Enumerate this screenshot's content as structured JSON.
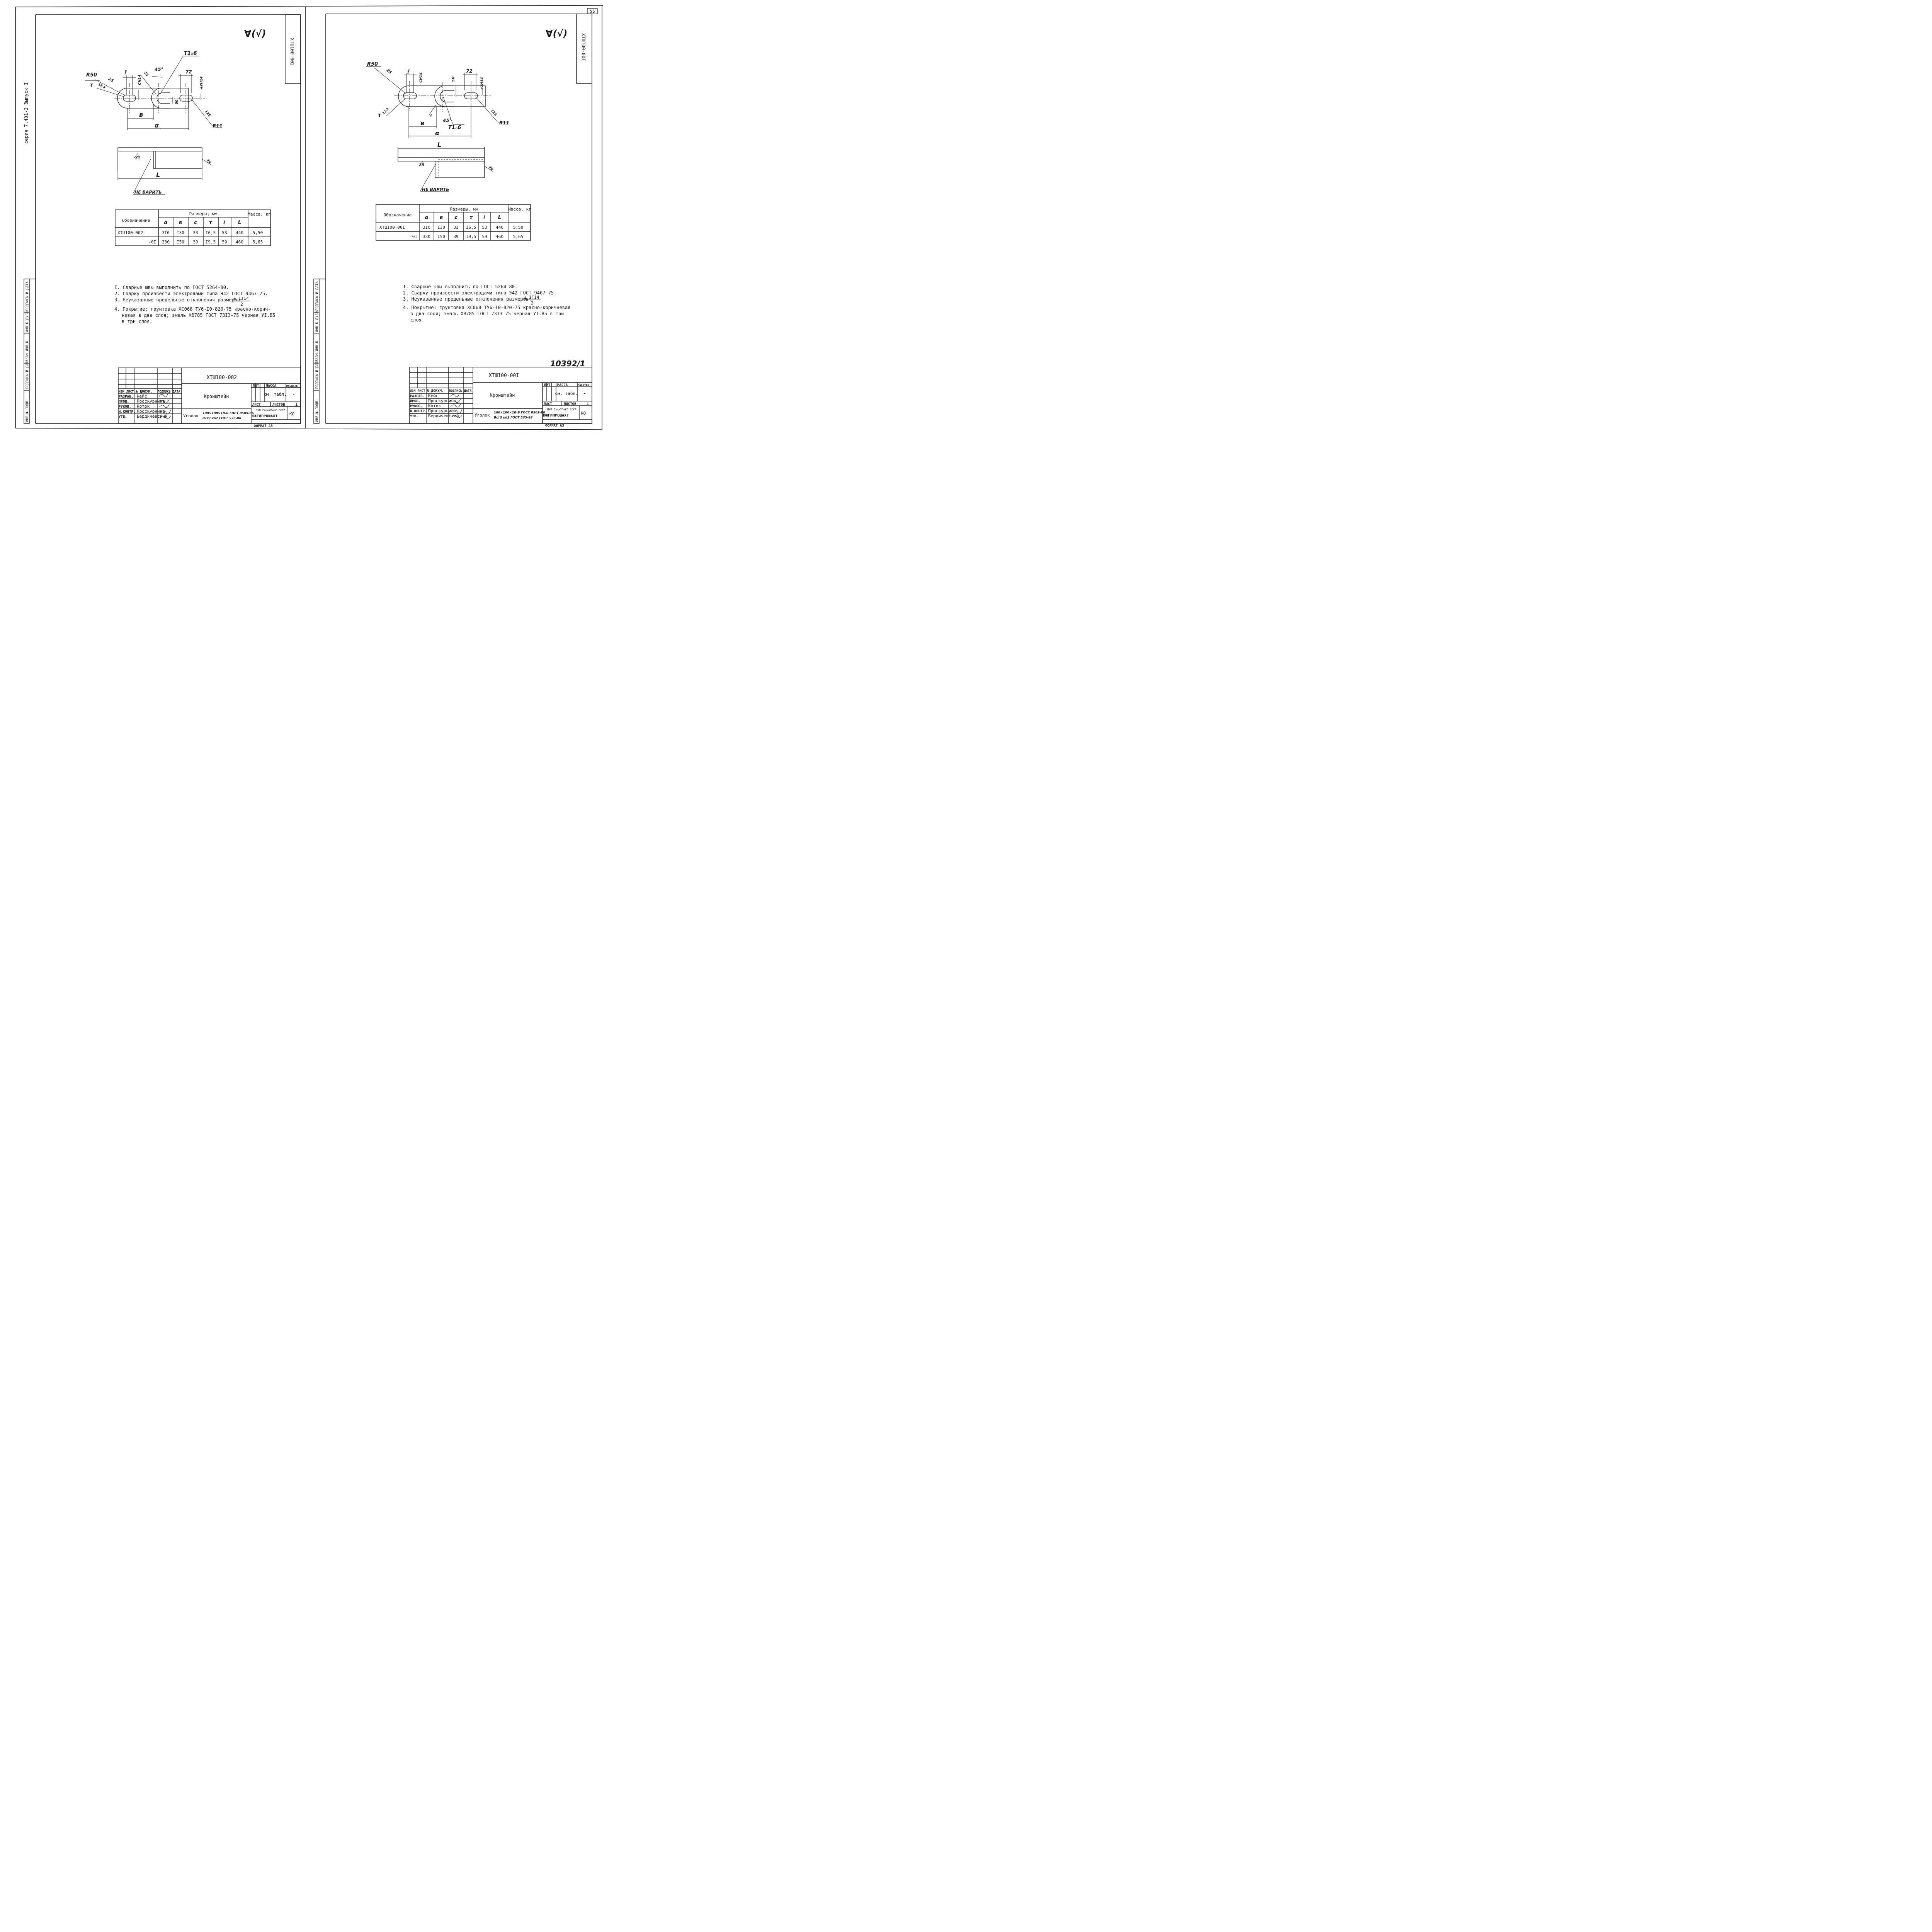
{
  "page_number": "55",
  "archive_number": "10392/1",
  "left_margin": {
    "series": "серия 7.401-2 Выпуск I",
    "cells": [
      "ИНВ.№ ПОДЛ.",
      "ПОДПИСЬ И ДАТА",
      "ВЗАМ.ИНВ.№",
      "ИНВ.№ ДУБЛ.",
      "ПОДПИСЬ И ДАТА"
    ]
  },
  "middle_margin": {
    "cells": [
      "ИНВ.№ ПОДЛ.",
      "ПОДПИСЬ И ДАТА",
      "ВЗАМ.ИНВ.№",
      "ИНВ.№ ДУБЛ.",
      "ПОДПИСЬ И ДАТА"
    ]
  },
  "sheets": [
    {
      "roughness": "∀(√)",
      "code_tab": "ХТШ100-002",
      "plan_labels": {
        "R50": "R50",
        "r": "τ",
        "r128": "12,8",
        "r25": "25",
        "l": "ℓ",
        "c": "CH14",
        "ang25": "25",
        "ang45": "45°",
        "weld": "T1▵6",
        "d72": "72",
        "e22": "e2H14",
        "d50": "50",
        "d125": "125",
        "b": "в",
        "a": "α",
        "R11": "R11"
      },
      "side_labels": {
        "w25": "25",
        "t25": "25",
        "L": "L",
        "no_weld": "НЕ ВАРИТЬ"
      },
      "table": {
        "h_designation": "Обозначение",
        "h_sizes": "Размеры, мм",
        "h_mass": "Масса, кг",
        "cols": [
          "α",
          "в",
          "c",
          "τ",
          "ℓ",
          "L"
        ],
        "rows": [
          {
            "name": "ХТШ100-002",
            "values": [
              "3I0",
              "I30",
              "33",
              "I6,5",
              "53",
              "440"
            ],
            "mass": "5,50"
          },
          {
            "name": "-0I",
            "values": [
              "330",
              "I50",
              "39",
              "I9,5",
              "59",
              "460"
            ],
            "mass": "5,65"
          }
        ]
      },
      "notes": {
        "n1": "I. Сварные швы выполнить по ГОСТ 5264-80.",
        "n2": "2. Сварку произвести электродами типа Э42 ГОСТ 9467-75.",
        "n3": "3. Неуказанные предельные отклонения размеров:",
        "frac_num": "± ITI4",
        "frac_den": "2",
        "n4a": "4. Покрытие: грунтовка ХС068 ТУ6-I0-820-75 красно-корич-",
        "n4b": "невая в два слоя; эмаль ХВ785 ГОСТ 73I3-75 черная УI.В5",
        "n4c": "в три слоя."
      },
      "stamp": {
        "code": "ХТШ100-002",
        "name": "Кронштейн",
        "h_izm": "ИЗМ",
        "h_list": "ЛИСТ",
        "h_doc": "№ ДОКУМ.",
        "h_sign": "ПОДПИСЬ",
        "h_date": "ДАТА",
        "roles": [
          "РАЗРАБ.",
          "ПРОВ.",
          "РУКОВ.",
          "Н.КОНТР.",
          "УТВ."
        ],
        "people": [
          "Кейс",
          "Проскурнина",
          "Коток",
          "Проскурнина",
          "Бердичевский"
        ],
        "h_lit": "ЛИТ",
        "h_mass": "МАССА",
        "h_scale": "МАСШТАБ",
        "mass": "см. табл.",
        "scale": "-",
        "h_sheet": "ЛИСТ",
        "h_sheets": "ЛИСТОВ",
        "sheets_val": "I",
        "material_prefix": "Уголок",
        "material_1": "100×100×10-В ГОСТ 8509-86",
        "material_2": "Вст3 кп2 ГОСТ 535-88",
        "org_1": "МУП ГлавУПиКС СССР",
        "org_2": "ЮЖГИПРОШАХТ",
        "org_3": "КО",
        "format": "ФОРМАТ А3"
      }
    },
    {
      "roughness": "∀(√)",
      "code_tab": "ХТШ100-00I",
      "plan_labels": {
        "R50": "R50",
        "r": "τ",
        "r128": "12,8",
        "r25": "25",
        "l": "ℓ",
        "c": "CH14",
        "ang45": "45°",
        "weld": "T1▵6",
        "d72": "72",
        "e22": "e2H14",
        "d50": "50",
        "d125": "125",
        "b": "в",
        "a": "α",
        "R11": "R11",
        "d4": "4"
      },
      "side_labels": {
        "L": "L",
        "w25": "25",
        "t25": "25",
        "no_weld": "НЕ ВАРИТЬ"
      },
      "table": {
        "h_designation": "Обозначение",
        "h_sizes": "Размеры, мм",
        "h_mass": "Масса, кг",
        "cols": [
          "α",
          "в",
          "c",
          "τ",
          "ℓ",
          "L"
        ],
        "rows": [
          {
            "name": "ХТШI00-00I",
            "values": [
              "3I0",
              "I30",
              "33",
              "I6,5",
              "53",
              "440"
            ],
            "mass": "5,50"
          },
          {
            "name": "-0I",
            "values": [
              "330",
              "I50",
              "39",
              "I9,5",
              "59",
              "460"
            ],
            "mass": "5,65"
          }
        ]
      },
      "notes": {
        "n1": "I. Сварные швы выполнить по ГОСТ 5264-80.",
        "n2": "2. Сварку произвести электродами типа Э42 ГОСТ 9467-75.",
        "n3": "3. Неуказанные предельные отклонения размеров:",
        "frac_num": "± ITI4",
        "frac_den": "2",
        "n4a": "4. Покрытие: грунтовка ХС068 ТУ6-I0-820-75 красно-коричневая",
        "n4b": "в два слоя; эмаль ХВ785 ГОСТ 73I3-75 черная УI.В5 в три",
        "n4c": "слоя."
      },
      "stamp": {
        "code": "ХТШ100-00I",
        "name": "Кронштейн",
        "h_izm": "ИЗМ",
        "h_list": "ЛИСТ",
        "h_doc": "№ ДОКУМ.",
        "h_sign": "ПОДПИСЬ",
        "h_date": "ДАТА",
        "roles": [
          "РАЗРАБ.",
          "ПРОВ.",
          "РУКОВ.",
          "Н.КОНТР.",
          "УТВ."
        ],
        "people": [
          "Кейс",
          "Проскурнина",
          "Коток",
          "Проскурнина",
          "Бердичевский"
        ],
        "h_lit": "ЛИТ",
        "h_mass": "МАССА",
        "h_scale": "МАСШТАБ",
        "mass": "см. табл.",
        "scale": "-",
        "h_sheet": "ЛИСТ",
        "h_sheets": "ЛИСТОВ",
        "sheets_val": "I",
        "material_prefix": "Уголок",
        "material_1": "100×100×10-В ГОСТ 8509-86",
        "material_2": "Вст3 кп2 ГОСТ 535-88",
        "org_1": "МУП ГлавУПиКС СССР",
        "org_2": "ЮЖГИПРОШАХТ",
        "org_3": "КО",
        "format": "ФОРМАТ А3"
      }
    }
  ]
}
